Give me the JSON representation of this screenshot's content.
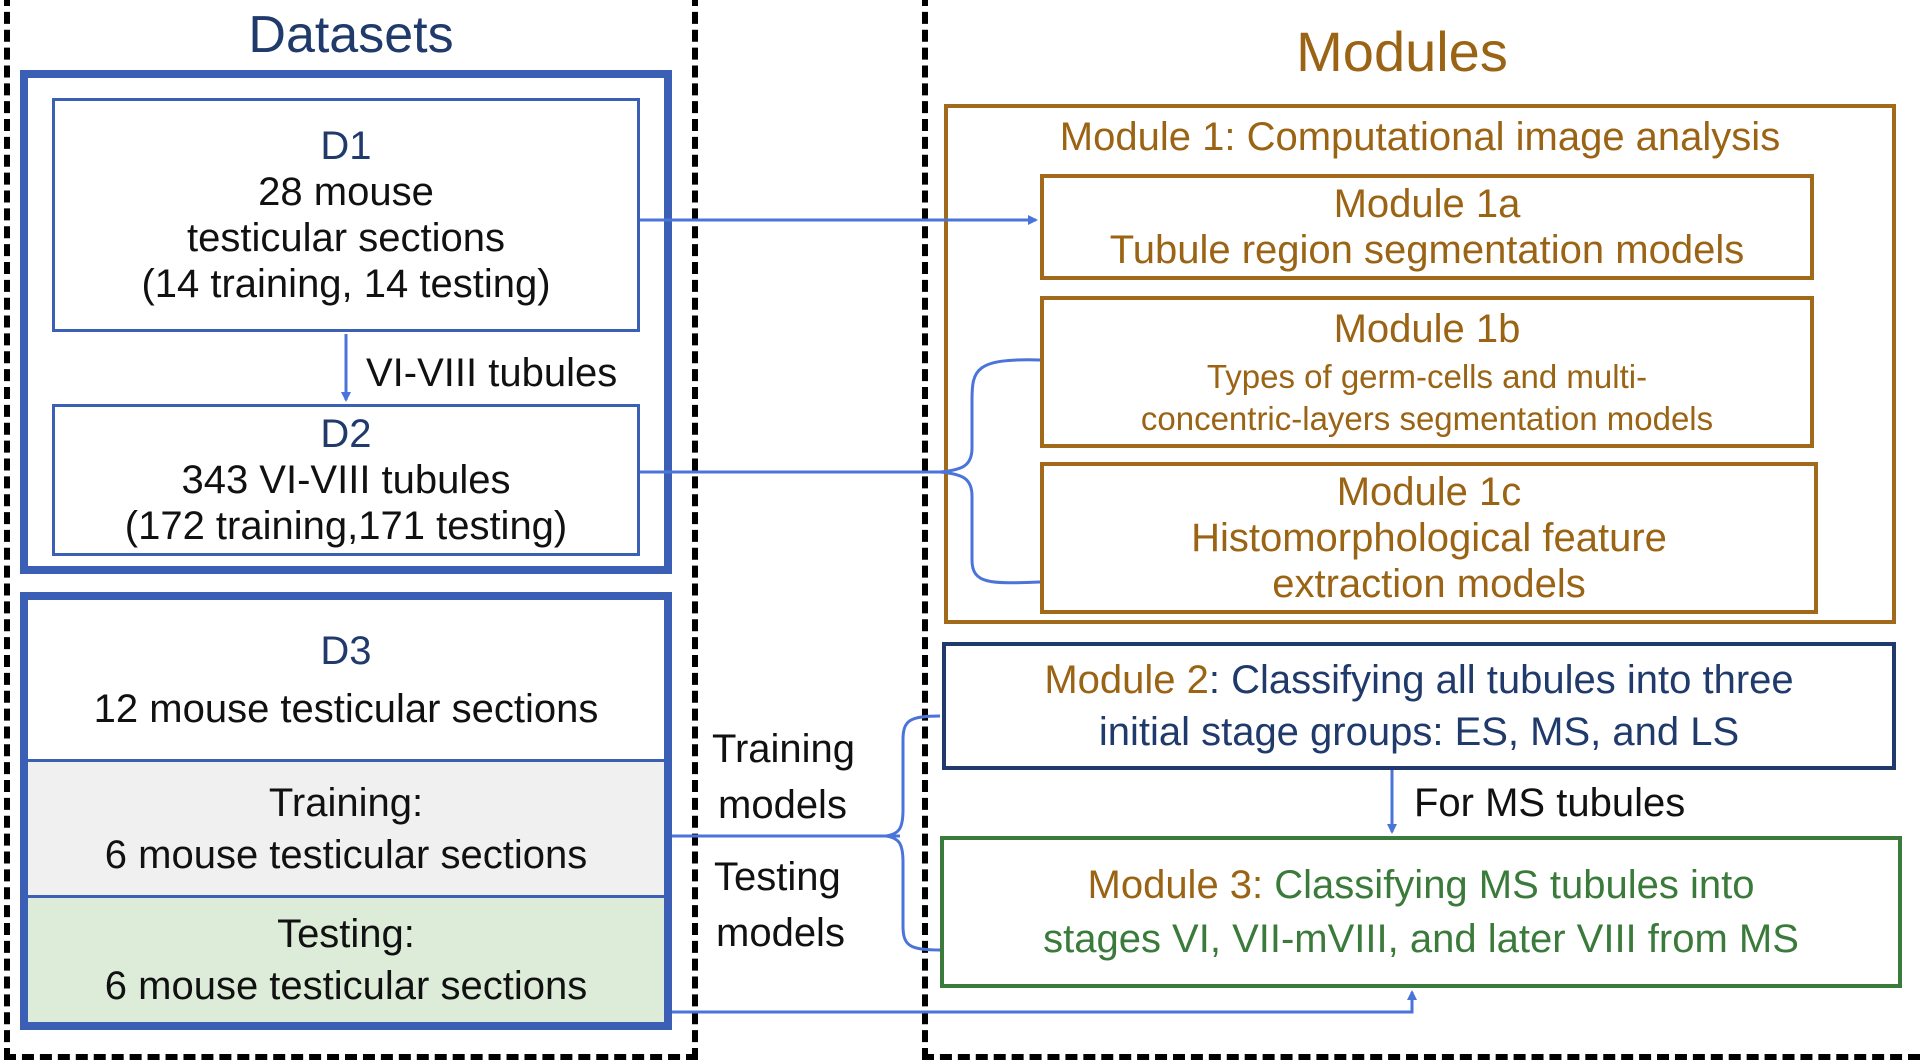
{
  "datasets": {
    "title": "Datasets",
    "d1": {
      "name": "D1",
      "line1": "28 mouse",
      "line2": "testicular sections",
      "line3": "(14 training, 14 testing)"
    },
    "d1_to_d2_label": "VI-VIII tubules",
    "d2": {
      "name": "D2",
      "line1": "343 VI-VIII tubules",
      "line2": "(172 training,171 testing)"
    },
    "d3": {
      "name": "D3",
      "line1": "12 mouse testicular sections",
      "training_title": "Training:",
      "training_text": "6 mouse testicular sections",
      "testing_title": "Testing:",
      "testing_text": "6 mouse testicular sections"
    }
  },
  "links": {
    "training_label_1": "Training",
    "training_label_2": "models",
    "testing_label_1": "Testing",
    "testing_label_2": "models",
    "ms_label": "For MS tubules"
  },
  "modules": {
    "title": "Modules",
    "module1": {
      "title": "Module 1: Computational image analysis",
      "m1a_line1": "Module 1a",
      "m1a_line2": "Tubule region segmentation models",
      "m1b_line1": "Module 1b",
      "m1b_line2": "Types of germ-cells and multi-",
      "m1b_line3": "concentric-layers segmentation models",
      "m1c_line1": "Module 1c",
      "m1c_line2": "Histomorphological feature",
      "m1c_line3": "extraction models"
    },
    "module2": {
      "prefix": "Module 2",
      "line1_rest": ": Classifying all tubules into three",
      "line2": "initial stage groups: ES, MS, and LS"
    },
    "module3": {
      "prefix": "Module 3: ",
      "line1_rest": "Classifying MS tubules into",
      "line2": "stages VI, VII-mVIII, and later VIII from MS"
    }
  },
  "colors": {
    "blue_border": "#3a5fb5",
    "navy_text": "#1f3a6b",
    "brown": "#a06a1a",
    "green": "#3a7a3a",
    "training_fill": "#f0f0f0",
    "testing_fill": "#dcecd9",
    "arrow": "#4a74d9"
  }
}
